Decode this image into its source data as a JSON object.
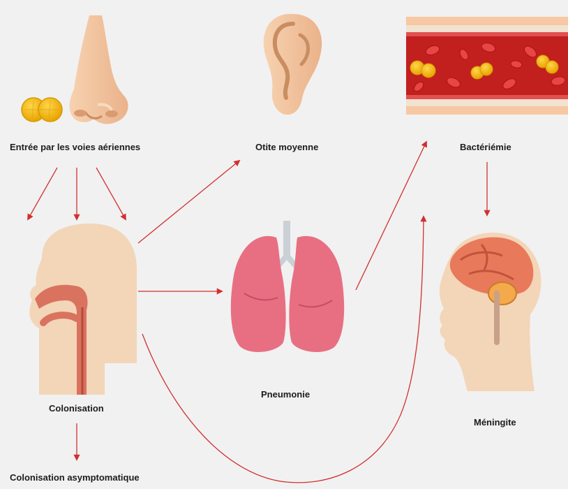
{
  "labels": {
    "entry": "Entrée par les voies aériennes",
    "otitis": "Otite moyenne",
    "bacteremia": "Bactériémie",
    "colonisation": "Colonisation",
    "pneumonia": "Pneumonie",
    "meningitis": "Méningite",
    "asymptomatic": "Colonisation asymptomatique"
  },
  "icons": {
    "bacteria": "bacteria-icon",
    "nose": "nose-icon",
    "ear": "ear-icon",
    "blood_vessel": "blood-vessel-icon",
    "head": "head-airway-icon",
    "lungs": "lungs-icon",
    "brain": "brain-icon"
  },
  "colors": {
    "background": "#f1f1f1",
    "arrow": "#d22f2f",
    "skin": "#f3c7a1",
    "bacteria": "#f4b400",
    "blood": "#c21f1f",
    "lungs": "#e86f82",
    "brain": "#e8795a"
  }
}
